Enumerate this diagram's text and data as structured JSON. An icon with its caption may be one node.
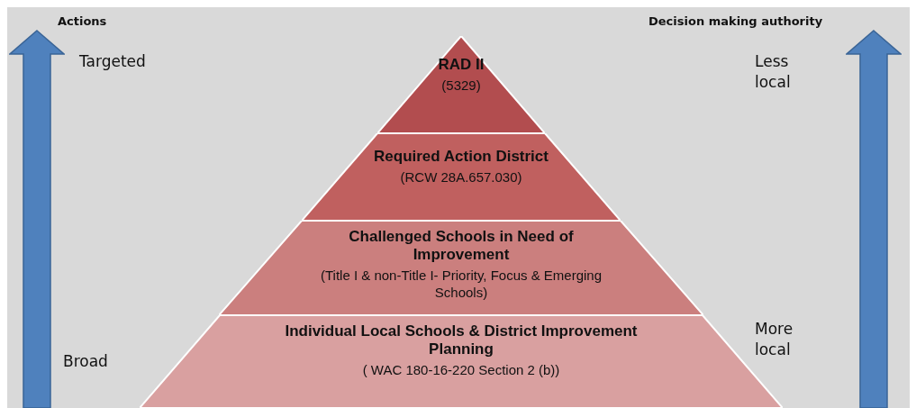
{
  "diagram": {
    "nodes": [
      {
        "text": [
          "RAD II",
          "(5329)"
        ]
      },
      {
        "text": [
          "Required Action District",
          "(RCW 28A.657.030)"
        ]
      },
      {
        "text": [
          "Challenged Schools in Need of Improvement",
          "(Title I & non-Title I- Priority, Focus & Emerging Schools)"
        ]
      },
      {
        "text": [
          "Individual Local Schools & District Improvement Planning",
          "( WAC 180-16-220 Section 2 (b))"
        ]
      }
    ],
    "labels": [
      "Actions",
      "Decision making authority",
      "Targeted",
      "Less local",
      "Broad",
      "More local"
    ]
  }
}
